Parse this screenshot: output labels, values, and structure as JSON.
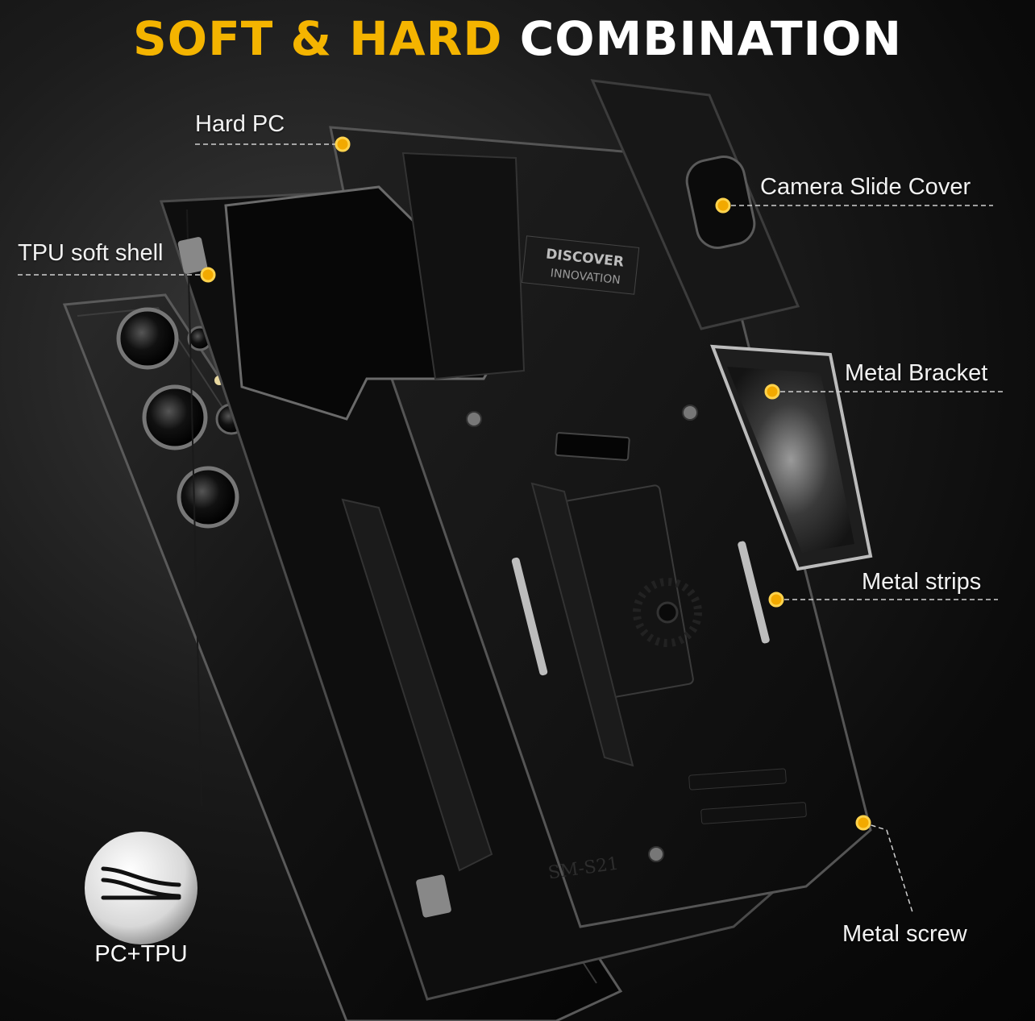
{
  "headline": {
    "highlight": "SOFT & HARD",
    "rest": "COMBINATION"
  },
  "callouts": {
    "hard_pc": "Hard PC",
    "tpu_soft_shell": "TPU soft shell",
    "camera_slide_cover": "Camera Slide Cover",
    "metal_bracket": "Metal Bracket",
    "metal_strips": "Metal strips",
    "metal_screw": "Metal screw"
  },
  "material_badge": {
    "label": "PC+TPU",
    "icon": "layered-material-icon"
  },
  "case_engraving": {
    "line1": "DISCOVER",
    "line2": "INNOVATION",
    "model": "SM-S21"
  },
  "colors": {
    "accent": "#f4b400",
    "marker": "#f2a900",
    "text": "#f2f2f2",
    "background": "#0b0b0b"
  }
}
